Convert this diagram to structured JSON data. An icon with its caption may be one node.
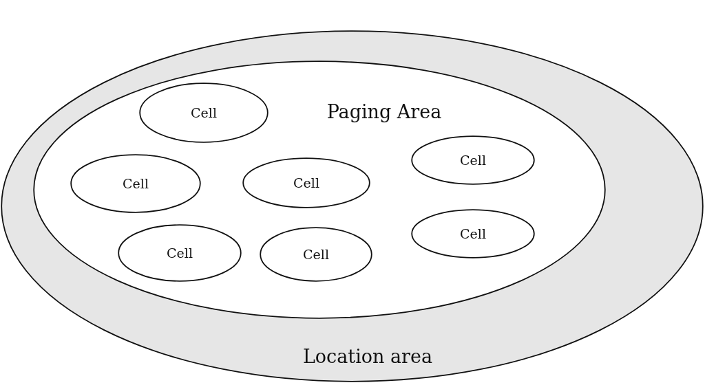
{
  "diagram": {
    "nodes": [
      {
        "text": [
          "Location area"
        ]
      },
      {
        "text": [
          "Paging Area"
        ],
        "in": 0
      },
      {
        "text": [
          "Cell"
        ],
        "in": 1
      },
      {
        "text": [
          "Cell"
        ],
        "in": 1
      },
      {
        "text": [
          "Cell"
        ],
        "in": 1
      },
      {
        "text": [
          "Cell"
        ],
        "in": 1
      },
      {
        "text": [
          "Cell"
        ],
        "in": 1
      },
      {
        "text": [
          "Cell"
        ],
        "in": 1
      },
      {
        "text": [
          "Cell"
        ],
        "in": 1
      }
    ]
  }
}
